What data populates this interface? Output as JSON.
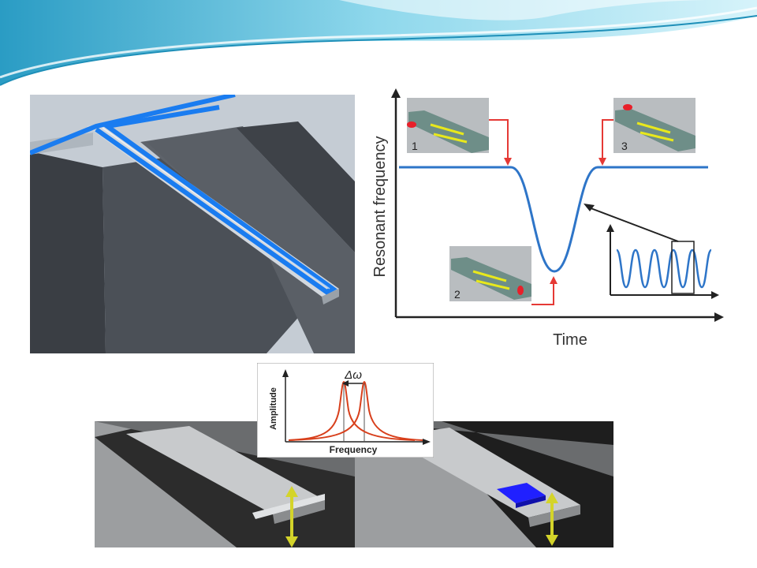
{
  "slide": {
    "background": "#ffffff",
    "header_colors": [
      "#1e8fb8",
      "#7fd2e8",
      "#c8eef7"
    ]
  },
  "resonance_chart": {
    "ylabel": "Resonant frequency",
    "xlabel": "Time",
    "line_color": "#2e75c8",
    "arrow_color": "#e53935",
    "inset_labels": [
      "1",
      "2",
      "3"
    ]
  },
  "spectrum_chart": {
    "ylabel": "Amplitude",
    "xlabel": "Frequency",
    "shift_label": "Δω",
    "curve_color": "#d8401c"
  },
  "cantilever_panels": {
    "arrow_color": "#d4d42a",
    "mass_color": "#2020ff"
  }
}
